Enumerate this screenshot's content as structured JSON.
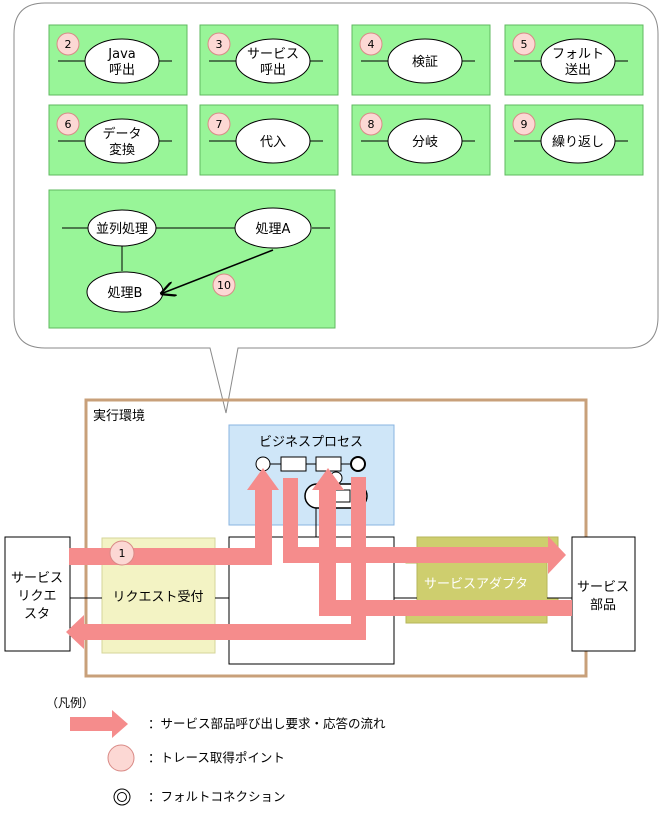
{
  "callout": {
    "activities": [
      {
        "num": "2",
        "label_lines": [
          "Java",
          "呼出"
        ]
      },
      {
        "num": "3",
        "label_lines": [
          "サービス",
          "呼出"
        ]
      },
      {
        "num": "4",
        "label_lines": [
          "検証"
        ]
      },
      {
        "num": "5",
        "label_lines": [
          "フォルト",
          "送出"
        ]
      },
      {
        "num": "6",
        "label_lines": [
          "データ",
          "変換"
        ]
      },
      {
        "num": "7",
        "label_lines": [
          "代入"
        ]
      },
      {
        "num": "8",
        "label_lines": [
          "分岐"
        ]
      },
      {
        "num": "9",
        "label_lines": [
          "繰り返し"
        ]
      }
    ],
    "parallel": {
      "parallel_label": "並列処理",
      "process_a_label": "処理A",
      "process_b_label": "処理B",
      "num": "10"
    }
  },
  "runtime": {
    "label": "実行環境",
    "business_process_label": "ビジネスプロセス",
    "request_reception_label": "リクエスト受付",
    "service_adapter_label": "サービスアダプタ",
    "trace_point_num": "1"
  },
  "requester": {
    "label_lines": [
      "サービス",
      "リクエ",
      "スタ"
    ]
  },
  "service_component": {
    "label_lines": [
      "サービス",
      "部品"
    ]
  },
  "legend": {
    "title": "（凡例）",
    "flow_desc": "：サービス部品呼び出し要求・応答の流れ",
    "trace_desc": "：トレース取得ポイント",
    "fault_desc": "：フォルトコネクション"
  },
  "colors": {
    "green_fill": "#98f598",
    "green_stroke": "#5fb95f",
    "flow_arrow": "#f58c8c",
    "trace_fill": "#fcd8d4",
    "trace_stroke": "#d98a86",
    "runtime_border": "#c8a07a",
    "bp_fill": "#cfe6f8",
    "bp_stroke": "#8ab4e0",
    "reception_fill": "#f3f3c4",
    "adapter_fill": "#cece6e"
  }
}
